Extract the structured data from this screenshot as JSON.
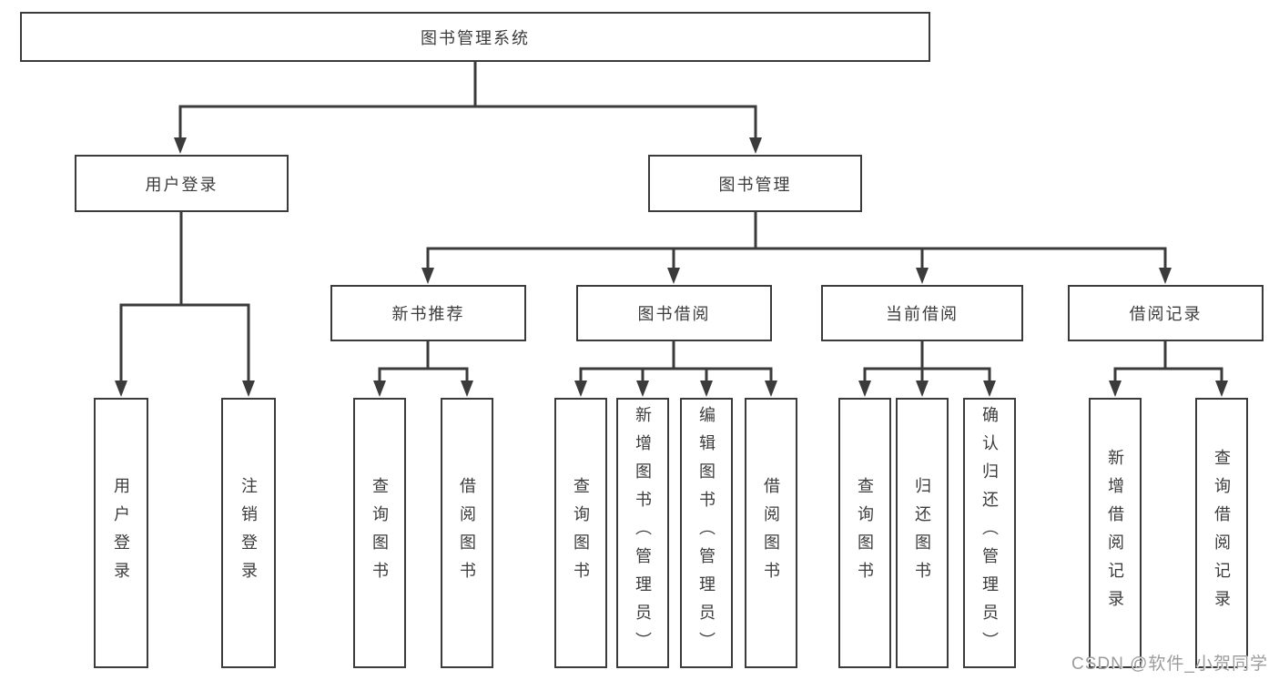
{
  "nodes": {
    "root": "图书管理系统",
    "l2": [
      "用户登录",
      "图书管理"
    ],
    "l3": [
      "新书推荐",
      "图书借阅",
      "当前借阅",
      "借阅记录"
    ],
    "leaves": [
      "用户登录",
      "注销登录",
      "查询图书",
      "借阅图书",
      "查询图书",
      "新增图书（管理员）",
      "编辑图书（管理员）",
      "借阅图书",
      "查询图书",
      "归还图书",
      "确认归还（管理员）",
      "新增借阅记录",
      "查询借阅记录"
    ]
  },
  "structure": {
    "图书管理系统": {
      "用户登录": [
        "用户登录",
        "注销登录"
      ],
      "图书管理": {
        "新书推荐": [
          "查询图书",
          "借阅图书"
        ],
        "图书借阅": [
          "查询图书",
          "新增图书（管理员）",
          "编辑图书（管理员）",
          "借阅图书"
        ],
        "当前借阅": [
          "查询图书",
          "归还图书",
          "确认归还（管理员）"
        ],
        "借阅记录": [
          "新增借阅记录",
          "查询借阅记录"
        ]
      }
    }
  },
  "watermark": {
    "text": "CSDN @软件_小贺同学"
  },
  "colors": {
    "line": "#3b3b3b",
    "text": "#3c3c3c",
    "box_background": "#ffffff",
    "watermark": "#9c9c9c",
    "background": "#ffffff"
  }
}
